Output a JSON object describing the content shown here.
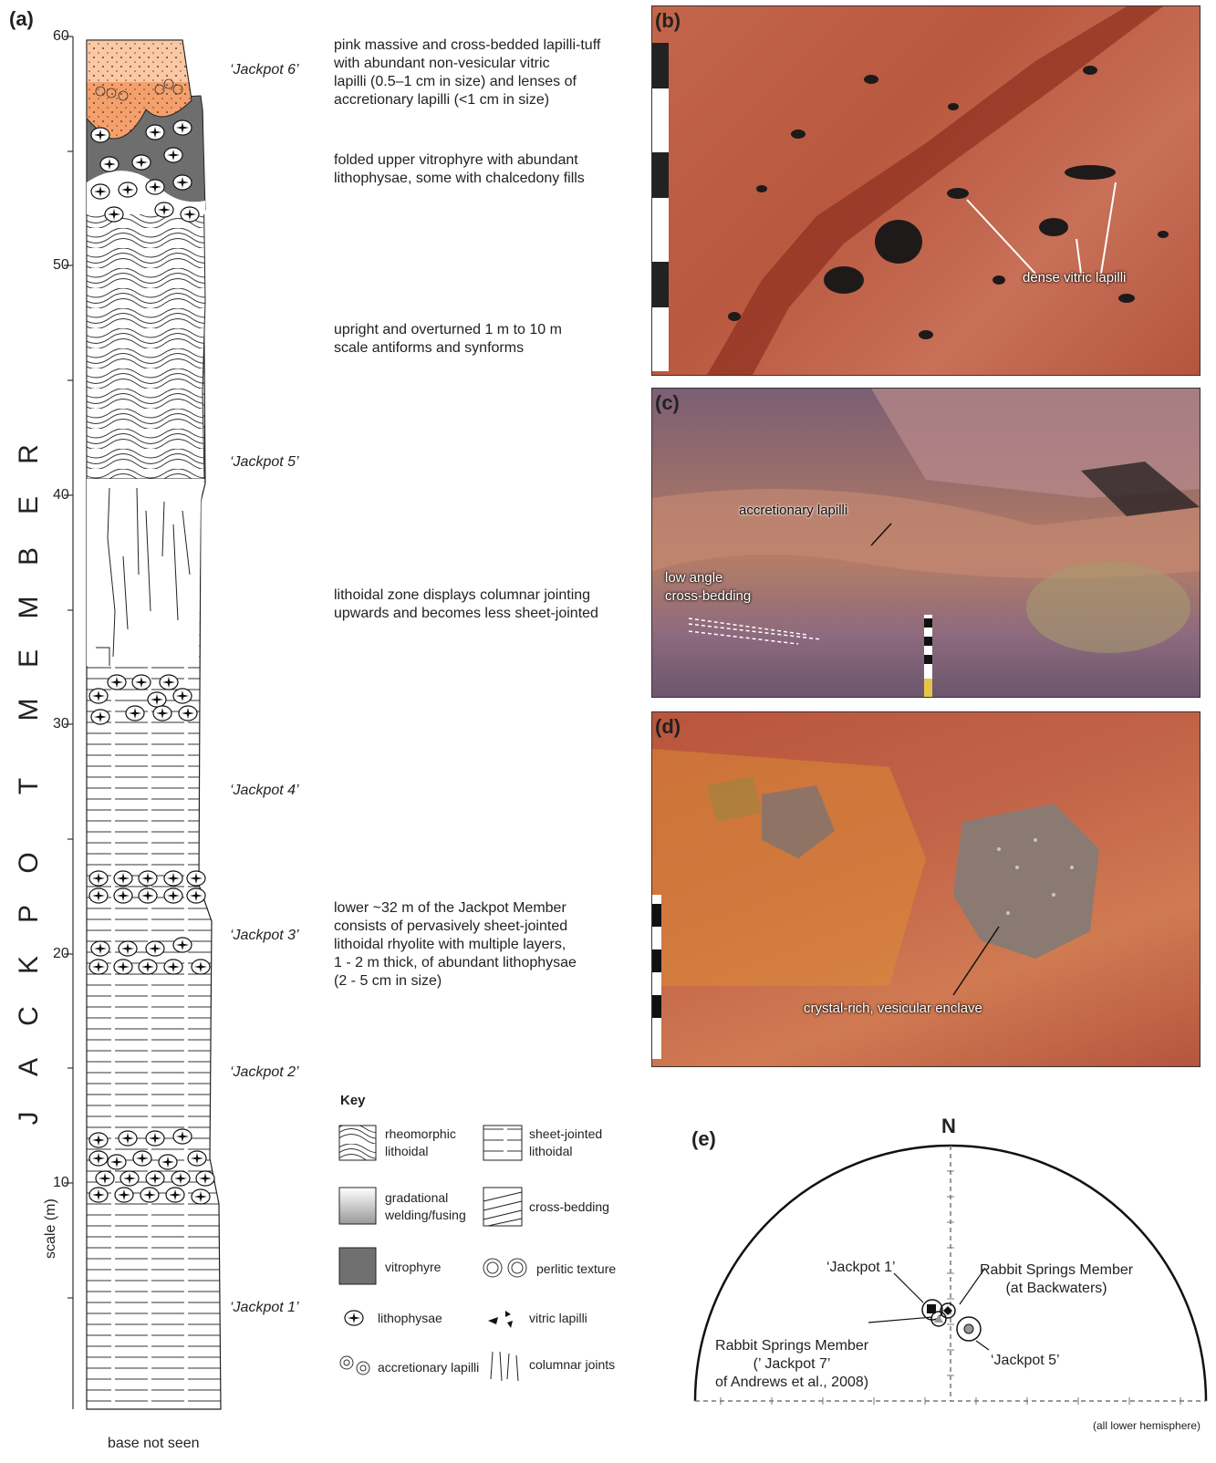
{
  "panels": {
    "a": "(a)",
    "b": "(b)",
    "c": "(c)",
    "d": "(d)",
    "e": "(e)"
  },
  "member_letters": [
    "R",
    "E",
    "B",
    "M",
    "E",
    "M",
    "T",
    "O",
    "P",
    "K",
    "C",
    "A",
    "J"
  ],
  "ticks": [
    "60",
    "50",
    "40",
    "30",
    "20",
    "10"
  ],
  "scale_label": "scale (m)",
  "base_label": "base not seen",
  "jackpot_units": [
    "‘Jackpot 6’",
    "‘Jackpot 5’",
    "‘Jackpot 4’",
    "‘Jackpot 3’",
    "‘Jackpot 2’",
    "‘Jackpot 1’"
  ],
  "descriptions": [
    [
      "pink massive and cross-bedded lapilli-tuff",
      "with abundant non-vesicular vitric",
      "lapilli (0.5–1 cm in size) and lenses of",
      "accretionary lapilli (<1 cm in size)"
    ],
    [
      "folded upper vitrophyre with abundant",
      "lithophysae, some with chalcedony fills"
    ],
    [
      "upright and overturned 1 m to 10 m",
      "scale antiforms and synforms"
    ],
    [
      "lithoidal zone displays columnar jointing",
      "upwards and becomes less sheet-jointed"
    ],
    [
      "lower ~32 m of the Jackpot Member",
      "consists of pervasively sheet-jointed",
      "lithoidal rhyolite with multiple layers,",
      "1 - 2  m thick, of abundant lithophysae",
      "(2 - 5 cm in size)"
    ]
  ],
  "key": {
    "title": "Key",
    "items": [
      [
        "rheomorphic",
        "lithoidal"
      ],
      [
        "sheet-jointed",
        "lithoidal"
      ],
      [
        "gradational",
        "welding/fusing"
      ],
      [
        "cross-bedding"
      ],
      [
        "vitrophyre"
      ],
      [
        "perlitic texture"
      ],
      [
        "lithophysae"
      ],
      [
        "vitric lapilli"
      ],
      [
        "accretionary lapilli"
      ],
      [
        "columnar joints"
      ]
    ]
  },
  "photo_b": {
    "annotation": "dense vitric lapilli"
  },
  "photo_c": {
    "annotation1": "accretionary lapilli",
    "annotation2": [
      "low angle",
      "cross-bedding"
    ]
  },
  "photo_d": {
    "annotation": "crystal-rich, vesicular enclave"
  },
  "stereonet": {
    "north": "N",
    "jackpot1": "‘Jackpot 1’",
    "rabbit_backwaters": [
      "Rabbit Springs Member",
      "(at Backwaters)"
    ],
    "rabbit_jackpot7": [
      "Rabbit Springs Member",
      "(’ Jackpot 7’",
      "of Andrews et al., 2008)"
    ],
    "jackpot5": "‘Jackpot 5’",
    "note": "(all lower hemisphere)"
  }
}
